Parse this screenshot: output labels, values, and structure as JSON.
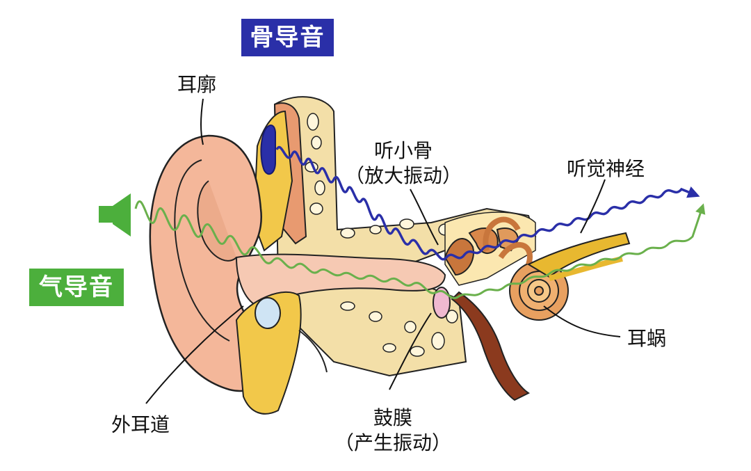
{
  "badges": {
    "bone_conduction": "骨导音",
    "air_conduction": "气导音"
  },
  "labels": {
    "auricle": "耳廓",
    "ossicles_line1": "听小骨",
    "ossicles_line2": "（放大振动）",
    "auditory_nerve": "听觉神经",
    "cochlea": "耳蜗",
    "ear_canal": "外耳道",
    "eardrum_line1": "鼓膜",
    "eardrum_line2": "（产生振动）"
  },
  "colors": {
    "bone_wave": "#2a2fa8",
    "air_wave": "#6ab04c",
    "speaker": "#4caf3c",
    "skin": "#f4b79a",
    "bone": "#f0d090",
    "cochlea": "#e8a060",
    "nerve": "#e8b830",
    "tube": "#8b3a1e"
  },
  "icons": {
    "speaker": "speaker-icon",
    "bone_conduction_device": "bone-conduction-device-icon"
  }
}
